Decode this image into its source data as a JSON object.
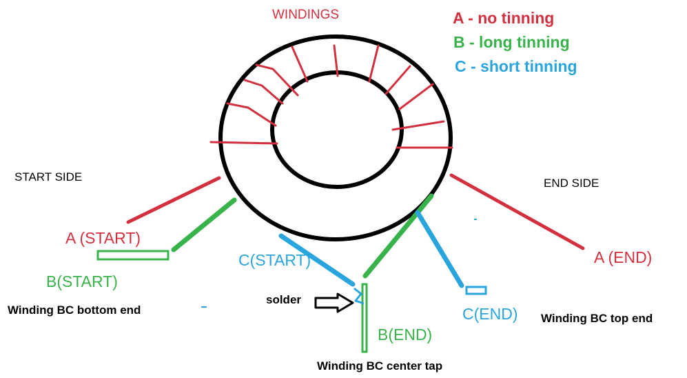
{
  "title": "WINDINGS",
  "legend": [
    {
      "text": "A - no tinning",
      "color": "#d3303f"
    },
    {
      "text": "B -  long tinning",
      "color": "#38b24a"
    },
    {
      "text": "C -  short tinning",
      "color": "#2aa4dc"
    }
  ],
  "sides": {
    "start": "START SIDE",
    "end": "END SIDE"
  },
  "labels": {
    "a_start": "A (START)",
    "b_start": "B(START)",
    "c_start": "C(START)",
    "a_end": "A (END)",
    "c_end": "C(END)",
    "b_end": "B(END)",
    "solder": "solder",
    "bc_bottom": "Winding BC bottom end",
    "bc_top": "Winding BC top end",
    "bc_center": "Winding BC center tap"
  },
  "colors": {
    "a": "#d3303f",
    "b": "#38b24a",
    "c": "#2aa4dc",
    "core": "#000000"
  }
}
